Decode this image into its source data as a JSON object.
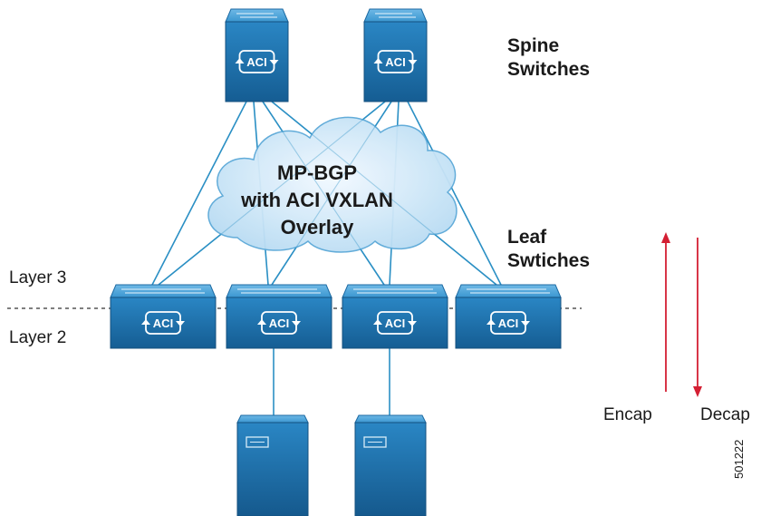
{
  "spine_label": [
    "Spine",
    "Switches"
  ],
  "leaf_label": [
    "Leaf",
    "Swtiches"
  ],
  "cloud_lines": [
    "MP-BGP",
    "with ACI VXLAN",
    "Overlay"
  ],
  "layer3": "Layer 3",
  "layer2": "Layer 2",
  "encap": "Encap",
  "decap": "Decap",
  "switch_logo": "ACI",
  "figure_id": "501222",
  "colors": {
    "switch_face": "#1d75b1",
    "switch_top": "#3c9ad3",
    "link": "#2a8fc4",
    "cloud_fill": "#cfe6f6",
    "arrow": "#d41f33"
  }
}
